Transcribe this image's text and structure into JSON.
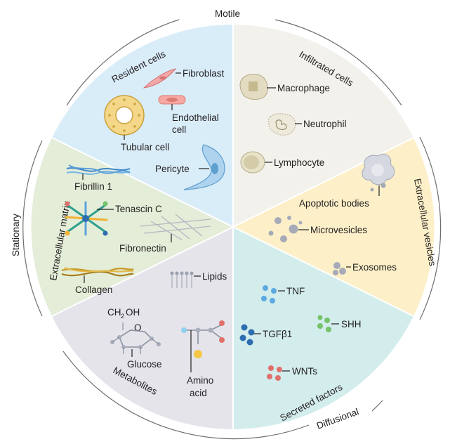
{
  "outer_labels": {
    "motile": "Motile",
    "stationary": "Stationary",
    "diffusional": "Diffusional"
  },
  "sectors": {
    "resident_cells": {
      "title": "Resident cells",
      "color": "#d9edf9",
      "items": {
        "fibroblast": "Fibroblast",
        "endothelial_1": "Endothelial",
        "endothelial_2": "cell",
        "tubular": "Tubular cell",
        "pericyte": "Pericyte"
      }
    },
    "infiltrated_cells": {
      "title": "Infiltrated cells",
      "color": "#f2f1ec",
      "items": {
        "macrophage": "Macrophage",
        "neutrophil": "Neutrophil",
        "lymphocyte": "Lymphocyte"
      }
    },
    "extracellular_vesicles": {
      "title": "Extracellular vesicles",
      "color": "#fdf0c9",
      "items": {
        "apoptotic": "Apoptotic bodies",
        "microvesicles": "Microvesicles",
        "exosomes": "Exosomes"
      }
    },
    "secreted_factors": {
      "title": "Secreted factors",
      "color": "#d3ecec",
      "items": {
        "tnf": "TNF",
        "shh": "SHH",
        "tgfb1": "TGFβ1",
        "wnts": "WNTs"
      }
    },
    "metabolites": {
      "title": "Metabolites",
      "color": "#e4e4ea",
      "items": {
        "lipids": "Lipids",
        "ch": "CH",
        "sub2": "2",
        "oh": "OH",
        "o": "O",
        "glucose": "Glucose",
        "amino_1": "Amino",
        "amino_2": "acid"
      }
    },
    "extracellular_matrix": {
      "title": "Extracellular matrix",
      "color": "#e3edd8",
      "items": {
        "fibrillin": "Fibrillin 1",
        "tenascin": "Tenascin C",
        "fibronectin": "Fibronectin",
        "collagen": "Collagen"
      }
    }
  }
}
